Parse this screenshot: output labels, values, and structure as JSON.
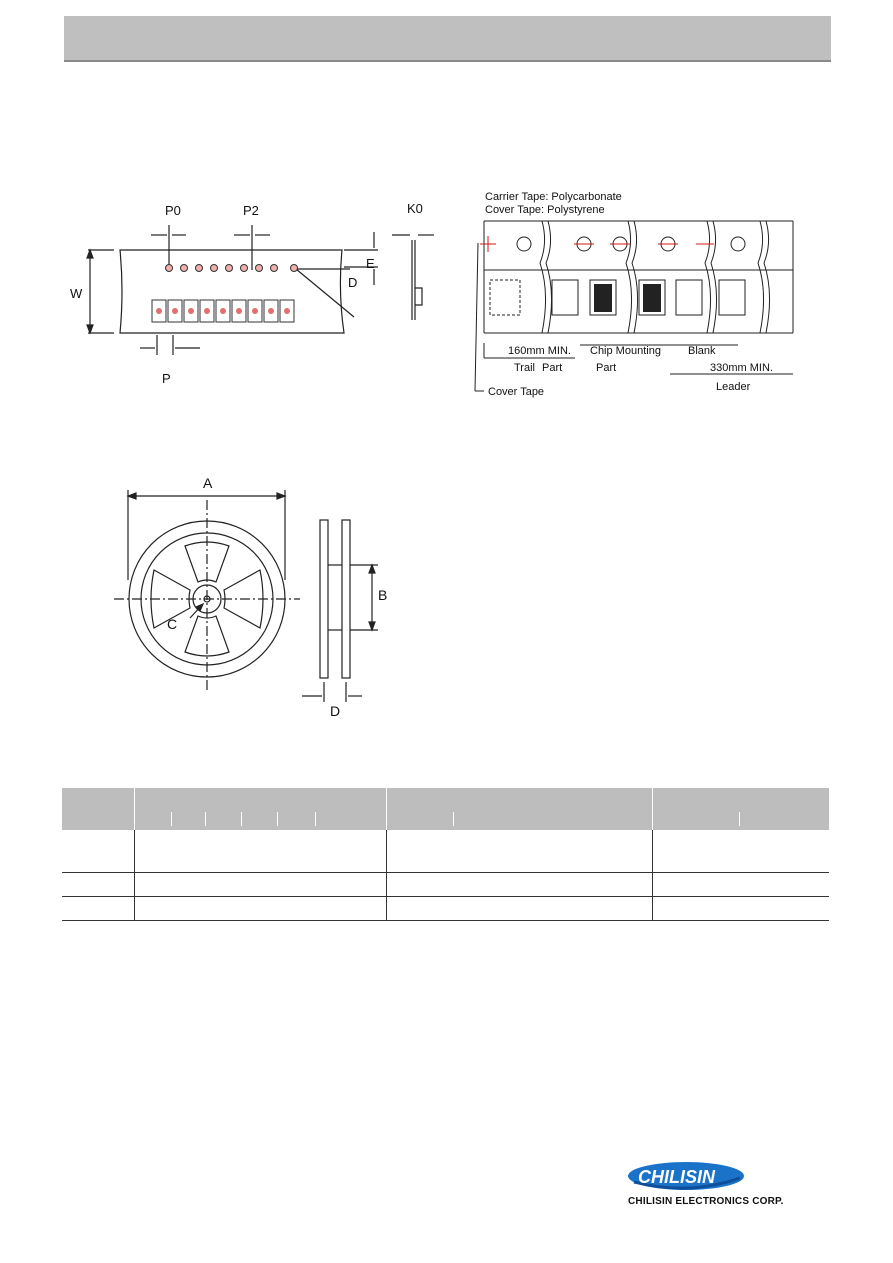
{
  "tape_figure": {
    "labels": {
      "p0": "P0",
      "p2": "P2",
      "k0": "K0",
      "e": "E",
      "w": "W",
      "d": "D",
      "p": "P"
    }
  },
  "leader_figure": {
    "carrier_tape": "Carrier Tape: Polycarbonate",
    "cover_tape_material": "Cover Tape: Polystyrene",
    "trail_length": "160mm MIN.",
    "chip_mounting": "Chip Mounting",
    "blank": "Blank",
    "trail": "Trail",
    "part": "Part",
    "part2": "Part",
    "leader_length": "330mm MIN.",
    "leader": "Leader",
    "cover_tape": "Cover Tape"
  },
  "reel_figure": {
    "labels": {
      "a": "A",
      "b": "B",
      "c": "C",
      "d": "D"
    }
  },
  "table": {
    "columns": 4,
    "rows": 3
  },
  "company": {
    "name": "CHILISIN ELECTRONICS CORP.",
    "logo_text": "CHILISIN"
  }
}
